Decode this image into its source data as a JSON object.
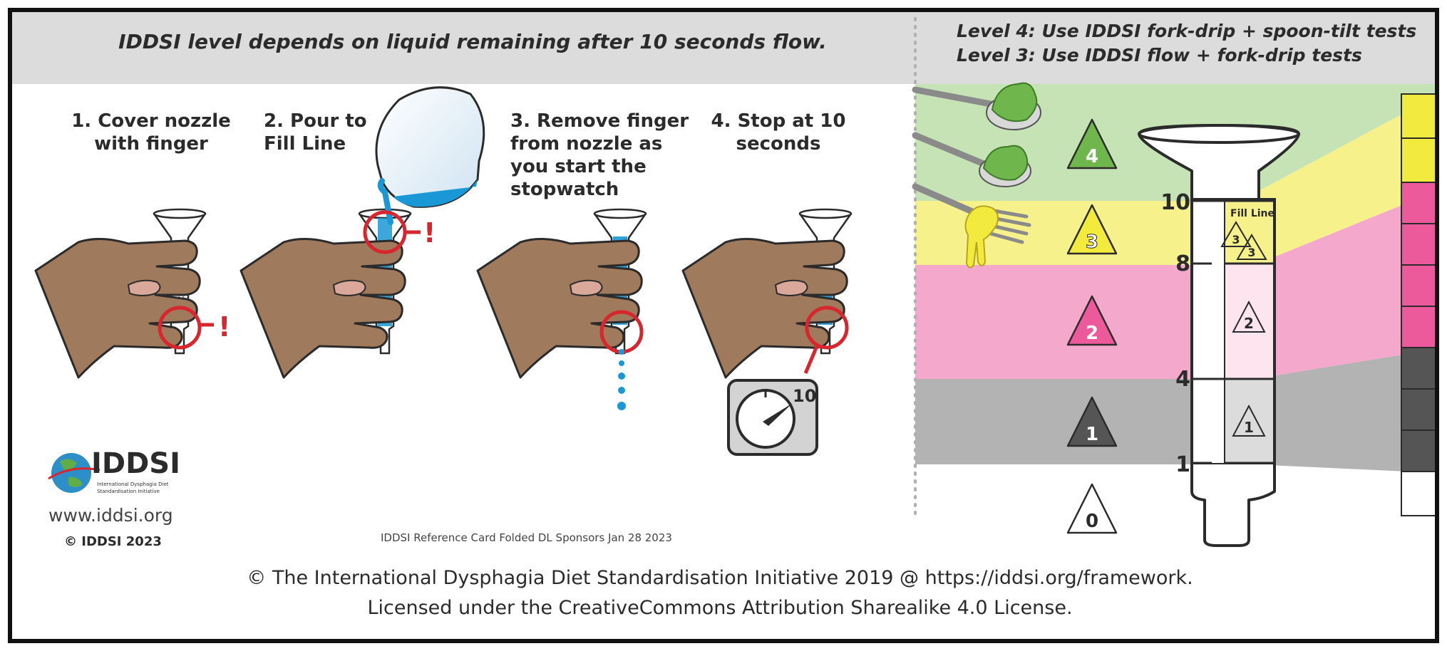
{
  "left_header": "IDDSI level depends on liquid remaining after 10 seconds flow.",
  "right_header": {
    "line1": "Level 4: Use IDDSI fork-drip + spoon-tilt tests",
    "line2": "Level 3: Use IDDSI flow + fork-drip tests"
  },
  "steps": [
    {
      "lines": [
        "1. Cover nozzle",
        "with finger"
      ]
    },
    {
      "lines": [
        "2. Pour to",
        "Fill Line"
      ]
    },
    {
      "lines": [
        "3. Remove finger",
        "from nozzle as",
        "you start the",
        "stopwatch"
      ]
    },
    {
      "lines": [
        "4. Stop at 10",
        "seconds"
      ]
    }
  ],
  "warning_mark": "!",
  "stopwatch_value": "10",
  "logo": {
    "name": "IDDSI",
    "subline1": "International Dysphagia Diet",
    "subline2": "Standardisation Initiative"
  },
  "website": "www.iddsi.org",
  "copyright_short": "© IDDSI 2023",
  "card_ref": "IDDSI Reference Card Folded DL Sponsors Jan 28 2023",
  "levels": [
    "4",
    "3",
    "2",
    "1",
    "0"
  ],
  "syringe": {
    "fill_line_label": "Fill Line",
    "marks": [
      "10",
      "8",
      "4",
      "1"
    ],
    "zone_levels": [
      "3",
      "2",
      "1"
    ]
  },
  "footer": {
    "line1": "© The International Dysphagia Diet Standardisation Initiative 2019 @ https://iddsi.org/framework.",
    "line2": "Licensed under the CreativeCommons Attribution Sharealike 4.0 License."
  },
  "colors": {
    "level4": "#c5e3b4",
    "level3": "#f7f18c",
    "level2": "#f4a8cc",
    "level1": "#b3b3b3",
    "header_bg": "#dcdcdc",
    "liquid": "#1a98d5",
    "warning": "#d7262e",
    "skin": "#a07a5c",
    "pink_strong": "#ec5a9c",
    "green_strong": "#6fb74d",
    "yellow_strong": "#f3ea3e",
    "gray_strong": "#555555"
  }
}
